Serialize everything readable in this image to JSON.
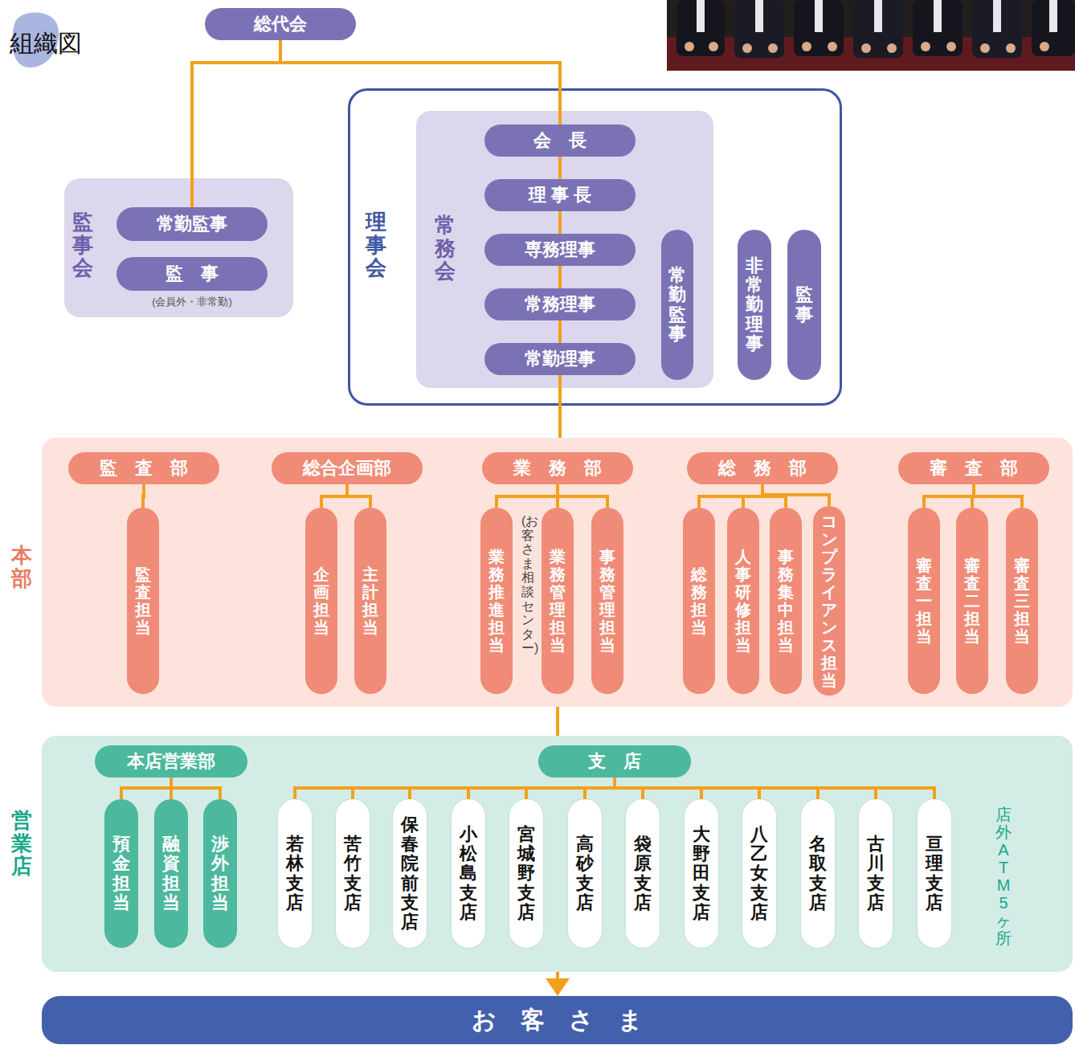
{
  "diagram": {
    "title": "組織図",
    "nodes": [
      {
        "text": [
          "総代会"
        ]
      },
      {
        "text": [
          "監事会"
        ]
      },
      {
        "text": [
          "常勤監事"
        ],
        "in": 1
      },
      {
        "text": [
          "監　事"
        ],
        "in": 1
      },
      {
        "text": [
          "理事会"
        ]
      },
      {
        "text": [
          "常務会"
        ],
        "in": 4
      },
      {
        "text": [
          "会　長"
        ],
        "in": 5
      },
      {
        "text": [
          "理 事 長"
        ],
        "in": 5
      },
      {
        "text": [
          "専務理事"
        ],
        "in": 5
      },
      {
        "text": [
          "常務理事"
        ],
        "in": 5
      },
      {
        "text": [
          "常勤理事"
        ],
        "in": 5
      },
      {
        "text": [
          "常勤監事"
        ],
        "in": 5
      },
      {
        "text": [
          "非常勤理事"
        ],
        "in": 4
      },
      {
        "text": [
          "監事"
        ],
        "in": 4
      },
      {
        "text": [
          "本部"
        ]
      },
      {
        "text": [
          "監　査　部"
        ],
        "in": 14
      },
      {
        "text": [
          "監査担当"
        ],
        "in": 14
      },
      {
        "text": [
          "総合企画部"
        ],
        "in": 14
      },
      {
        "text": [
          "企画担当"
        ],
        "in": 14
      },
      {
        "text": [
          "主計担当"
        ],
        "in": 14
      },
      {
        "text": [
          "業　務　部"
        ],
        "in": 14
      },
      {
        "text": [
          "業務推進担当"
        ],
        "in": 14
      },
      {
        "text": [
          "業務管理担当"
        ],
        "in": 14
      },
      {
        "text": [
          "事務管理担当"
        ],
        "in": 14
      },
      {
        "text": [
          "総　務　部"
        ],
        "in": 14
      },
      {
        "text": [
          "総務担当"
        ],
        "in": 14
      },
      {
        "text": [
          "人事研修担当"
        ],
        "in": 14
      },
      {
        "text": [
          "事務集中担当"
        ],
        "in": 14
      },
      {
        "text": [
          "コンプライアンス担当"
        ],
        "in": 14
      },
      {
        "text": [
          "審　査　部"
        ],
        "in": 14
      },
      {
        "text": [
          "審査一担当"
        ],
        "in": 14
      },
      {
        "text": [
          "審査二担当"
        ],
        "in": 14
      },
      {
        "text": [
          "審査三担当"
        ],
        "in": 14
      },
      {
        "text": [
          "営業店"
        ]
      },
      {
        "text": [
          "本店営業部"
        ],
        "in": 33
      },
      {
        "text": [
          "預金担当"
        ],
        "in": 33
      },
      {
        "text": [
          "融資担当"
        ],
        "in": 33
      },
      {
        "text": [
          "渉外担当"
        ],
        "in": 33
      },
      {
        "text": [
          "支　店"
        ],
        "in": 33
      },
      {
        "text": [
          "若林支店"
        ],
        "in": 33
      },
      {
        "text": [
          "苦竹支店"
        ],
        "in": 33
      },
      {
        "text": [
          "保春院前支店"
        ],
        "in": 33
      },
      {
        "text": [
          "小松島支店"
        ],
        "in": 33
      },
      {
        "text": [
          "宮城野支店"
        ],
        "in": 33
      },
      {
        "text": [
          "高砂支店"
        ],
        "in": 33
      },
      {
        "text": [
          "袋原支店"
        ],
        "in": 33
      },
      {
        "text": [
          "大野田支店"
        ],
        "in": 33
      },
      {
        "text": [
          "八乙女支店"
        ],
        "in": 33
      },
      {
        "text": [
          "名取支店"
        ],
        "in": 33
      },
      {
        "text": [
          "古川支店"
        ],
        "in": 33
      },
      {
        "text": [
          "亘理支店"
        ],
        "in": 33
      },
      {
        "text": [
          "お　客　さ　ま"
        ]
      }
    ],
    "edges": [
      {
        "from": 0,
        "to": 2,
        "arrow": "none"
      },
      {
        "from": 0,
        "to": 6,
        "arrow": "none"
      },
      {
        "from": 6,
        "to": 7,
        "arrow": "none"
      },
      {
        "from": 7,
        "to": 8,
        "arrow": "none"
      },
      {
        "from": 8,
        "to": 9,
        "arrow": "none"
      },
      {
        "from": 9,
        "to": 10,
        "arrow": "none"
      },
      {
        "from": 10,
        "to": 14,
        "arrow": "none"
      },
      {
        "from": 15,
        "to": 16,
        "arrow": "none"
      },
      {
        "from": 17,
        "to": 18,
        "arrow": "none"
      },
      {
        "from": 17,
        "to": 19,
        "arrow": "none"
      },
      {
        "from": 20,
        "to": 21,
        "arrow": "none"
      },
      {
        "from": 20,
        "to": 22,
        "arrow": "none"
      },
      {
        "from": 20,
        "to": 23,
        "arrow": "none"
      },
      {
        "from": 24,
        "to": 25,
        "arrow": "none"
      },
      {
        "from": 24,
        "to": 26,
        "arrow": "none"
      },
      {
        "from": 24,
        "to": 27,
        "arrow": "none"
      },
      {
        "from": 24,
        "to": 28,
        "arrow": "none"
      },
      {
        "from": 29,
        "to": 30,
        "arrow": "none"
      },
      {
        "from": 29,
        "to": 31,
        "arrow": "none"
      },
      {
        "from": 29,
        "to": 32,
        "arrow": "none"
      },
      {
        "from": 14,
        "to": 33,
        "arrow": "none"
      },
      {
        "from": 34,
        "to": 35,
        "arrow": "none"
      },
      {
        "from": 34,
        "to": 36,
        "arrow": "none"
      },
      {
        "from": 34,
        "to": 37,
        "arrow": "none"
      },
      {
        "from": 38,
        "to": 39,
        "arrow": "none"
      },
      {
        "from": 38,
        "to": 40,
        "arrow": "none"
      },
      {
        "from": 38,
        "to": 41,
        "arrow": "none"
      },
      {
        "from": 38,
        "to": 42,
        "arrow": "none"
      },
      {
        "from": 38,
        "to": 43,
        "arrow": "none"
      },
      {
        "from": 38,
        "to": 44,
        "arrow": "none"
      },
      {
        "from": 38,
        "to": 45,
        "arrow": "none"
      },
      {
        "from": 38,
        "to": 46,
        "arrow": "none"
      },
      {
        "from": 38,
        "to": 47,
        "arrow": "none"
      },
      {
        "from": 38,
        "to": 48,
        "arrow": "none"
      },
      {
        "from": 38,
        "to": 49,
        "arrow": "none"
      },
      {
        "from": 38,
        "to": 50,
        "arrow": "none"
      },
      {
        "from": 33,
        "to": 51,
        "arrow": "to"
      }
    ],
    "labels": [
      "(会員外・非常勤)",
      "(お客さま相談センター)",
      "店外ATM5ヶ所"
    ]
  }
}
